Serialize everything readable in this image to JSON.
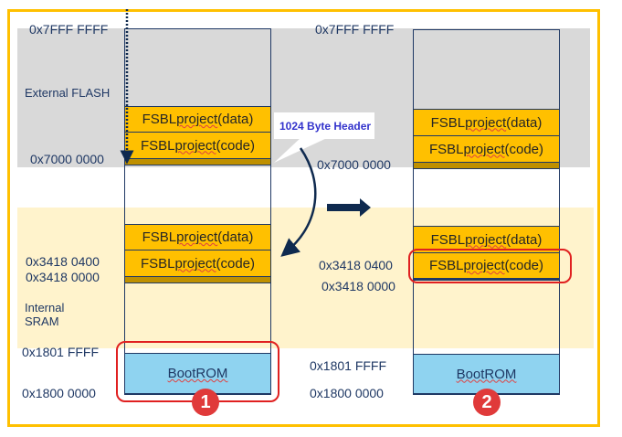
{
  "regions": {
    "external_flash": "External FLASH",
    "internal_sram": "Internal SRAM"
  },
  "addresses": {
    "flash_top": "0x7FFF FFFF",
    "flash_base": "0x7000 0000",
    "sram_code": "0x3418 0400",
    "sram_base": "0x3418 0000",
    "bootrom_top": "0x1801 FFFF",
    "bootrom_base": "0x1800 0000"
  },
  "blocks": {
    "data_word1": "FSBL ",
    "data_word2": "project",
    "data_word3": " (data)",
    "code_word1": "FSBL ",
    "code_word2": "project",
    "code_word3": " (code)",
    "bootrom": "BootROM"
  },
  "callout": "1024 Byte Header",
  "badges": [
    "1",
    "2"
  ],
  "colors": {
    "frame": "#ffc000",
    "fsbl_block": "#ffc000",
    "header_bar": "#bf9000",
    "bootrom": "#8fd3f0",
    "flash_band": "#d9d9d9",
    "sram_band": "#fff3cc",
    "highlight": "#e02020",
    "arrow": "#0f2a4f"
  }
}
